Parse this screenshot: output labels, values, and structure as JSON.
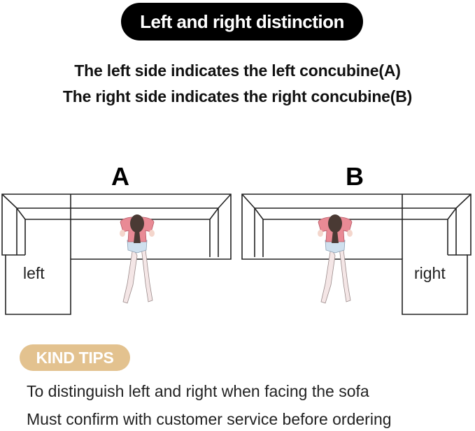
{
  "title": "Left and right distinction",
  "subtitle_lines": [
    "The left side indicates the left concubine(A)",
    "The right side indicates the right concubine(B)"
  ],
  "sofas": [
    {
      "letter": "A",
      "side_label": "left"
    },
    {
      "letter": "B",
      "side_label": "right"
    }
  ],
  "kind_tips": {
    "badge": "KIND TIPS",
    "lines": [
      "To distinguish left and right when facing the sofa",
      "Must confirm with customer service before ordering"
    ]
  },
  "colors": {
    "title_bg": "#000000",
    "tips_badge_bg": "#e3c28f",
    "person_top": "#e98a95",
    "sofa_stroke": "#222222"
  }
}
